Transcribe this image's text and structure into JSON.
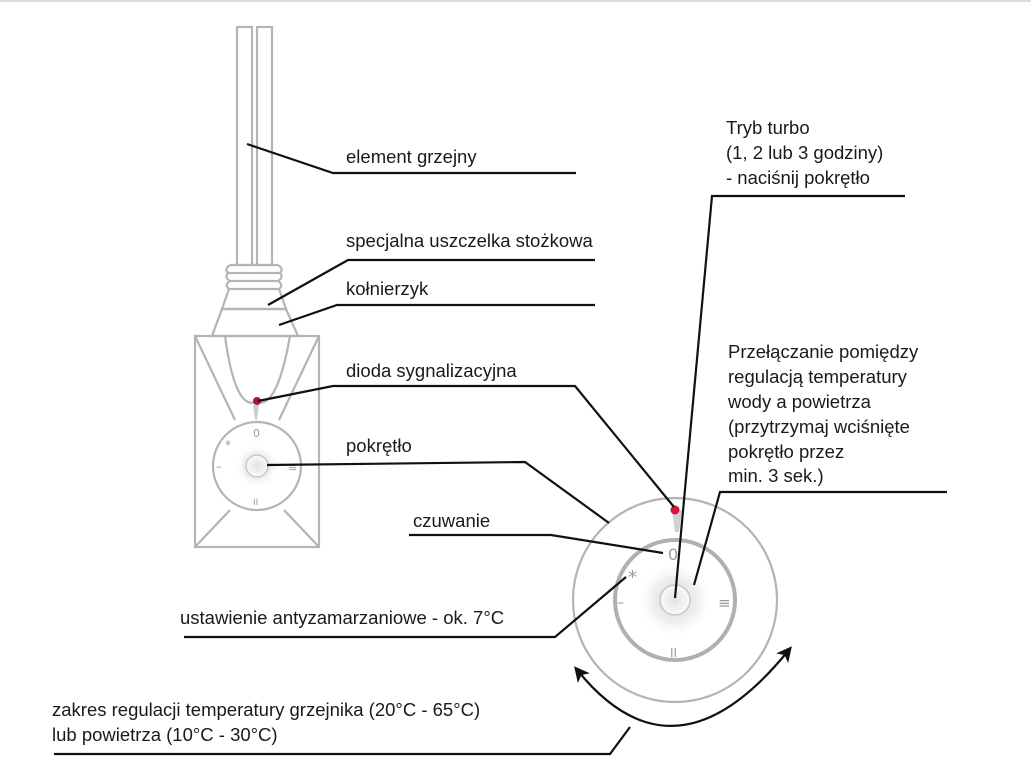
{
  "labels": {
    "heating_element": "element grzejny",
    "cone_seal": "specjalna uszczelka stożkowa",
    "collar": "kołnierzyk",
    "signal_diode": "dioda sygnalizacyjna",
    "knob": "pokrętło",
    "standby": "czuwanie",
    "antifreeze": "ustawienie antyzamarzaniowe - ok. 7°C",
    "range_line1": "zakres regulacji temperatury grzejnika (20°C - 65°C)",
    "range_line2": "lub powietrza (10°C - 30°C)",
    "turbo": [
      "Tryb turbo",
      "(1, 2 lub 3 godziny)",
      "- naciśnij pokrętło"
    ],
    "switching": [
      "Przełączanie pomiędzy",
      "regulacją temperatury",
      "wody a powietrza",
      "(przytrzymaj wciśnięte",
      "pokrętło przez",
      "min. 3 sek.)"
    ]
  },
  "dial_marks": {
    "standby": "0",
    "antifreeze": "*",
    "minus": "–",
    "level_2": "II",
    "level_3": "≡"
  },
  "colors": {
    "diode": "#d6153c",
    "device_stroke": "#b4b4b4",
    "leader": "#111111"
  }
}
